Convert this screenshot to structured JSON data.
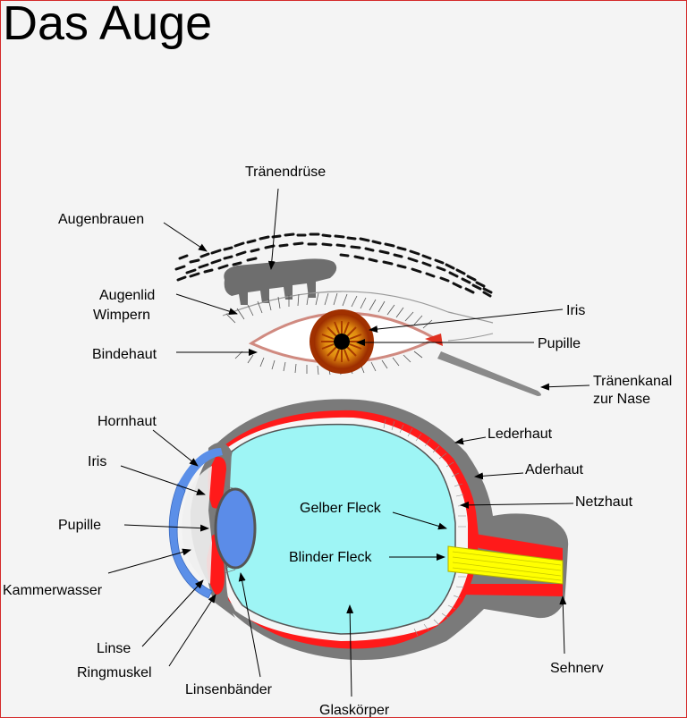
{
  "title": "Das Auge",
  "top_labels": {
    "traenendruese": "Tränendrüse",
    "augenbrauen": "Augenbrauen",
    "augenlid": "Augenlid",
    "wimpern": "Wimpern",
    "bindehaut": "Bindehaut",
    "iris": "Iris",
    "pupille": "Pupille",
    "traenenkanal": "Tränenkanal",
    "zur_nase": "zur Nase"
  },
  "section_labels": {
    "hornhaut": "Hornhaut",
    "iris": "Iris",
    "pupille": "Pupille",
    "kammerwasser": "Kammerwasser",
    "linse": "Linse",
    "ringmuskel": "Ringmuskel",
    "linsenbaender": "Linsenbänder",
    "glaskoerper": "Glaskörper",
    "lederhaut": "Lederhaut",
    "aderhaut": "Aderhaut",
    "netzhaut": "Netzhaut",
    "gelber_fleck": "Gelber Fleck",
    "blinder_fleck": "Blinder Fleck",
    "sehnerv": "Sehnerv"
  },
  "colors": {
    "sclera": "#7a7a7a",
    "choroid": "#ff0000",
    "vitreous": "#9ef5f5",
    "cornea": "#5b8fe8",
    "lens": "#5b8ce8",
    "optic_nerve": "#ffff00",
    "iris_orange": "#e8a010",
    "iris_dark": "#a83a00",
    "gland": "#6e6e6e"
  }
}
